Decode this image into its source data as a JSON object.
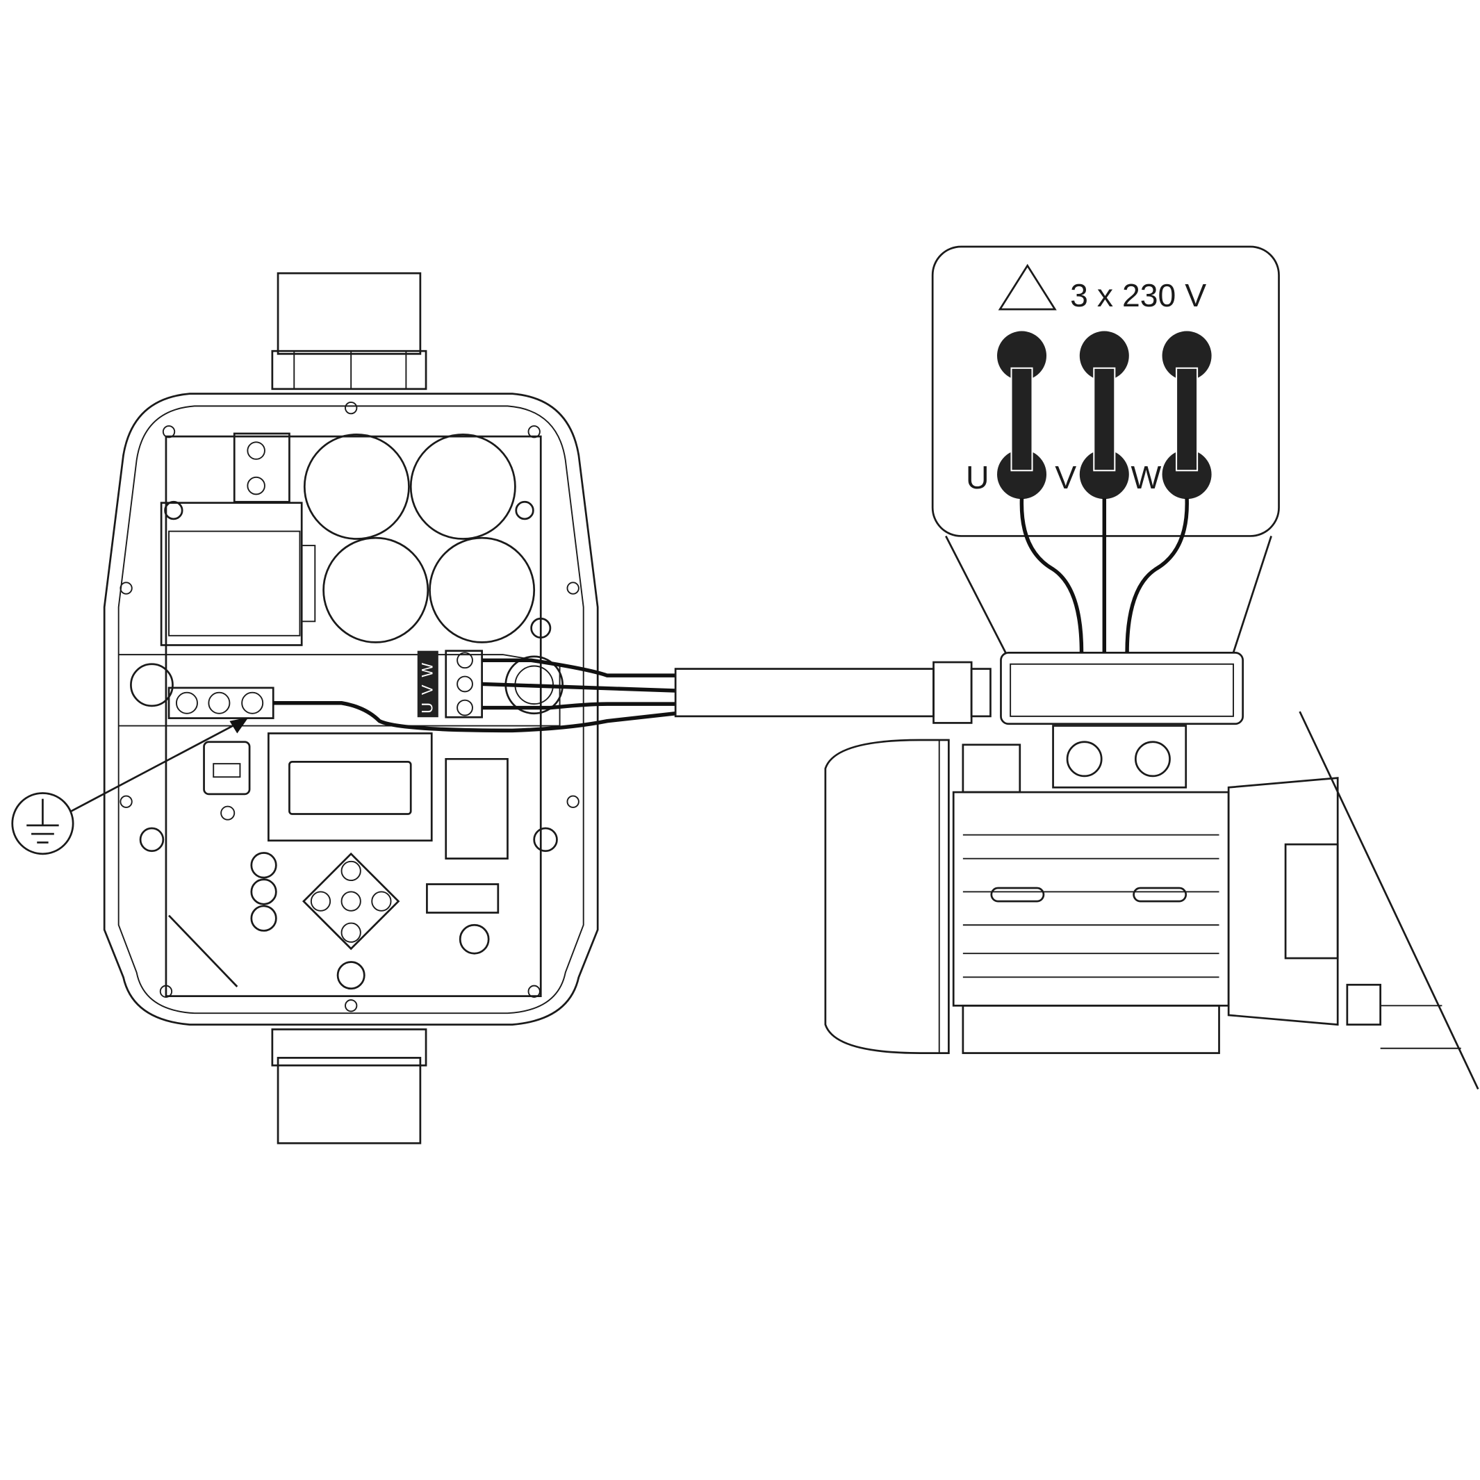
{
  "motor_box": {
    "connection_symbol": "delta-triangle",
    "voltage_label": "3 x 230 V",
    "terminals": [
      "U",
      "V",
      "W"
    ]
  },
  "controller": {
    "terminal_labels": [
      "U",
      "V",
      "W"
    ]
  },
  "ground_symbol": "earth-ground-icon",
  "colors": {
    "line": "#1a1a1a",
    "background": "#ffffff"
  }
}
